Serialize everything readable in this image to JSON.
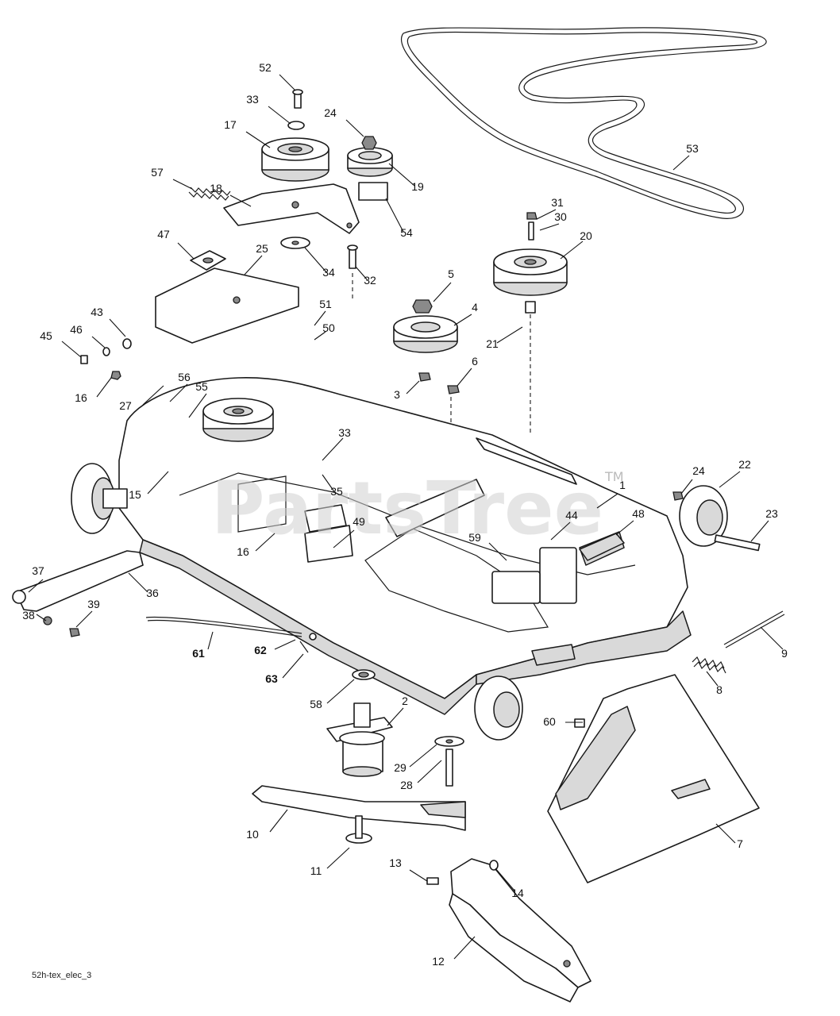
{
  "drawing": {
    "file_name": "52h-tex_elec_3",
    "watermark": "PartsTree",
    "watermark_tm": "TM"
  },
  "callouts": [
    {
      "id": "c52",
      "label": "52",
      "bold": false
    },
    {
      "id": "c33a",
      "label": "33",
      "bold": false
    },
    {
      "id": "c17",
      "label": "17",
      "bold": false
    },
    {
      "id": "c24a",
      "label": "24",
      "bold": false
    },
    {
      "id": "c19",
      "label": "19",
      "bold": false
    },
    {
      "id": "c57",
      "label": "57",
      "bold": false
    },
    {
      "id": "c18",
      "label": "18",
      "bold": false
    },
    {
      "id": "c54",
      "label": "54",
      "bold": false
    },
    {
      "id": "c47",
      "label": "47",
      "bold": false
    },
    {
      "id": "c25",
      "label": "25",
      "bold": false
    },
    {
      "id": "c34",
      "label": "34",
      "bold": false
    },
    {
      "id": "c32",
      "label": "32",
      "bold": false
    },
    {
      "id": "c31",
      "label": "31",
      "bold": false
    },
    {
      "id": "c30",
      "label": "30",
      "bold": false
    },
    {
      "id": "c20",
      "label": "20",
      "bold": false
    },
    {
      "id": "c53",
      "label": "53",
      "bold": false
    },
    {
      "id": "c5",
      "label": "5",
      "bold": false
    },
    {
      "id": "c4",
      "label": "4",
      "bold": false
    },
    {
      "id": "c21",
      "label": "21",
      "bold": false
    },
    {
      "id": "c51",
      "label": "51",
      "bold": false
    },
    {
      "id": "c50",
      "label": "50",
      "bold": false
    },
    {
      "id": "c43",
      "label": "43",
      "bold": false
    },
    {
      "id": "c46",
      "label": "46",
      "bold": false
    },
    {
      "id": "c45",
      "label": "45",
      "bold": false
    },
    {
      "id": "c16a",
      "label": "16",
      "bold": false
    },
    {
      "id": "c27",
      "label": "27",
      "bold": false
    },
    {
      "id": "c56",
      "label": "56",
      "bold": false
    },
    {
      "id": "c55",
      "label": "55",
      "bold": false
    },
    {
      "id": "c3",
      "label": "3",
      "bold": false
    },
    {
      "id": "c6",
      "label": "6",
      "bold": false
    },
    {
      "id": "c33b",
      "label": "33",
      "bold": false
    },
    {
      "id": "c35",
      "label": "35",
      "bold": false
    },
    {
      "id": "c15",
      "label": "15",
      "bold": false
    },
    {
      "id": "c1",
      "label": "1",
      "bold": false
    },
    {
      "id": "c24b",
      "label": "24",
      "bold": false
    },
    {
      "id": "c22",
      "label": "22",
      "bold": false
    },
    {
      "id": "c23",
      "label": "23",
      "bold": false
    },
    {
      "id": "c48",
      "label": "48",
      "bold": false
    },
    {
      "id": "c44",
      "label": "44",
      "bold": false
    },
    {
      "id": "c49",
      "label": "49",
      "bold": false
    },
    {
      "id": "c59",
      "label": "59",
      "bold": false
    },
    {
      "id": "c16b",
      "label": "16",
      "bold": false
    },
    {
      "id": "c37",
      "label": "37",
      "bold": false
    },
    {
      "id": "c36",
      "label": "36",
      "bold": false
    },
    {
      "id": "c38",
      "label": "38",
      "bold": false
    },
    {
      "id": "c39",
      "label": "39",
      "bold": false
    },
    {
      "id": "c61",
      "label": "61",
      "bold": true
    },
    {
      "id": "c62",
      "label": "62",
      "bold": true
    },
    {
      "id": "c63",
      "label": "63",
      "bold": true
    },
    {
      "id": "c9",
      "label": "9",
      "bold": false
    },
    {
      "id": "c8",
      "label": "8",
      "bold": false
    },
    {
      "id": "c58",
      "label": "58",
      "bold": false
    },
    {
      "id": "c2",
      "label": "2",
      "bold": false
    },
    {
      "id": "c60",
      "label": "60",
      "bold": false
    },
    {
      "id": "c29",
      "label": "29",
      "bold": false
    },
    {
      "id": "c28",
      "label": "28",
      "bold": false
    },
    {
      "id": "c10",
      "label": "10",
      "bold": false
    },
    {
      "id": "c7",
      "label": "7",
      "bold": false
    },
    {
      "id": "c11",
      "label": "11",
      "bold": false
    },
    {
      "id": "c13",
      "label": "13",
      "bold": false
    },
    {
      "id": "c14",
      "label": "14",
      "bold": false
    },
    {
      "id": "c12",
      "label": "12",
      "bold": false
    }
  ]
}
